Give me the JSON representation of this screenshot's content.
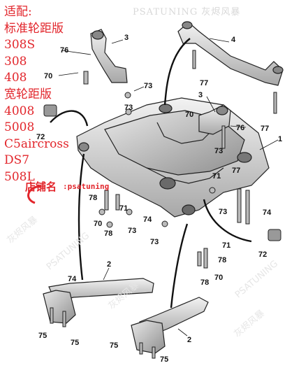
{
  "watermark": {
    "left_lines": [
      "适配:",
      "标准轮距版",
      "308S",
      "308",
      "408",
      "宽轮距版",
      "4008",
      "5008",
      "C5aircross",
      "DS7",
      "508L"
    ],
    "top_text": "PSATUNING 灰烬风暴",
    "diagonal_text": "灰烬风暴",
    "diagonal_text_en": "PSATUNING",
    "stamp_text": "店铺名",
    "stamp_suffix": ":psatuning"
  },
  "callouts": [
    "1",
    "2",
    "2",
    "3",
    "3",
    "4",
    "70",
    "70",
    "70",
    "70",
    "71",
    "71",
    "71",
    "72",
    "72",
    "73",
    "73",
    "73",
    "73",
    "73",
    "73",
    "74",
    "74",
    "74",
    "75",
    "75",
    "75",
    "75",
    "76",
    "76",
    "77",
    "77",
    "77",
    "78",
    "78",
    "78",
    "78"
  ]
}
